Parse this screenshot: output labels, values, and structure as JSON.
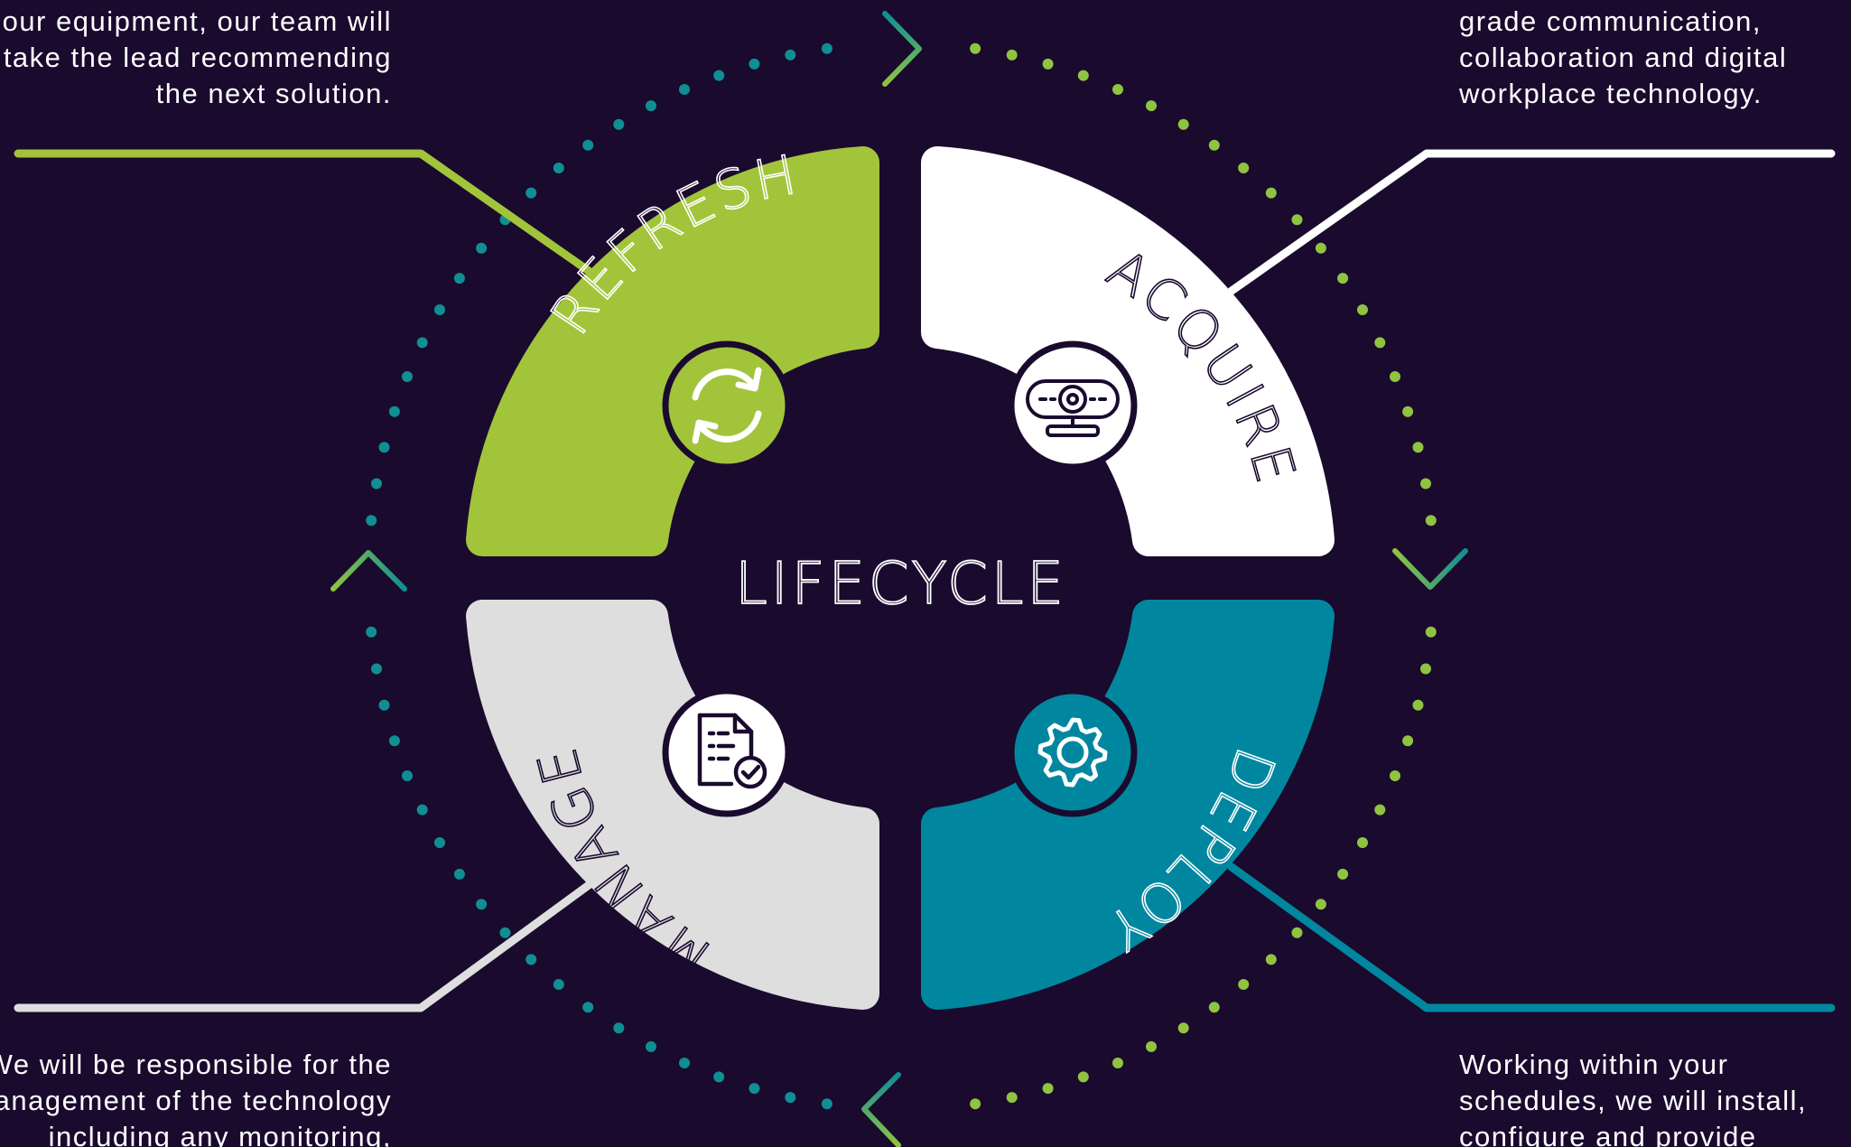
{
  "center_title": "LIFECYCLE",
  "colors": {
    "background": "#1a0a2e",
    "refresh": "#a2c43a",
    "acquire": "#ffffff",
    "deploy": "#00879f",
    "manage": "#dedede",
    "dots_teal": "#0f8f94",
    "dots_green": "#8fc440"
  },
  "segments": {
    "refresh": {
      "label": "REFRESH",
      "icon": "refresh-icon"
    },
    "acquire": {
      "label": "ACQUIRE",
      "icon": "webcam-icon"
    },
    "deploy": {
      "label": "DEPLOY",
      "icon": "gear-icon"
    },
    "manage": {
      "label": "MANAGE",
      "icon": "document-check-icon"
    }
  },
  "descriptions": {
    "refresh": [
      "our equipment, our team will",
      "take the lead recommending",
      "the next solution."
    ],
    "acquire": [
      "grade communication,",
      "collaboration and digital",
      "workplace technology."
    ],
    "manage": [
      "We will be responsible for the",
      "management of the technology",
      "including any monitoring,"
    ],
    "deploy": [
      "Working within your",
      "schedules, we will install,",
      "configure and provide"
    ]
  }
}
